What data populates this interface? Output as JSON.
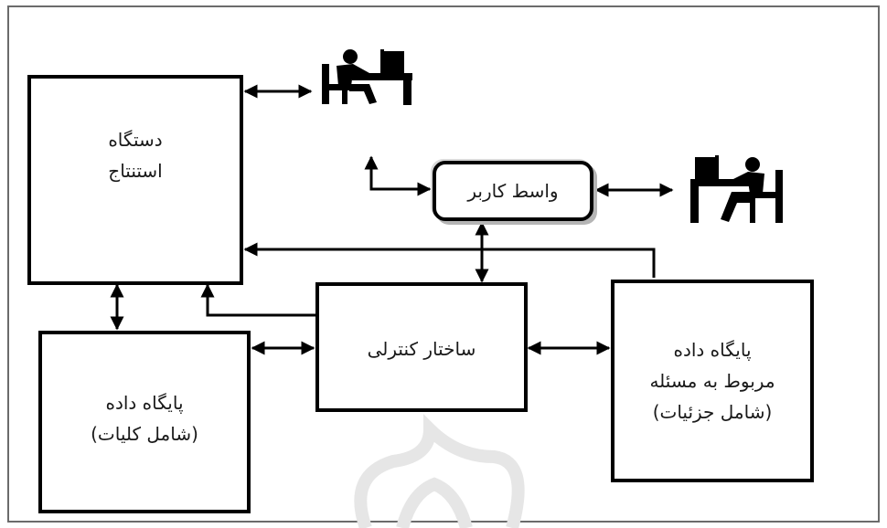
{
  "nodes": {
    "inference_engine": {
      "lines": [
        "دستگاه",
        "استنتاج"
      ]
    },
    "user_interface": {
      "lines": [
        "واسط کاربر"
      ]
    },
    "control_structure": {
      "lines": [
        "ساختار کنترلی"
      ]
    },
    "general_database": {
      "lines": [
        "پایگاه داده",
        "(شامل کلیات)"
      ]
    },
    "problem_database": {
      "lines": [
        "پایگاه داده",
        "مربوط به مسئله",
        "(شامل جزئیات)"
      ]
    }
  },
  "icons": {
    "top_user": "user-at-computer-icon",
    "right_user": "user-at-computer-icon",
    "watermark": "watermark-logo"
  },
  "colors": {
    "line": "#000000",
    "frame": "#6b6b6b",
    "shadow": "#b5b5b5",
    "watermark": "#e9e9e9"
  }
}
